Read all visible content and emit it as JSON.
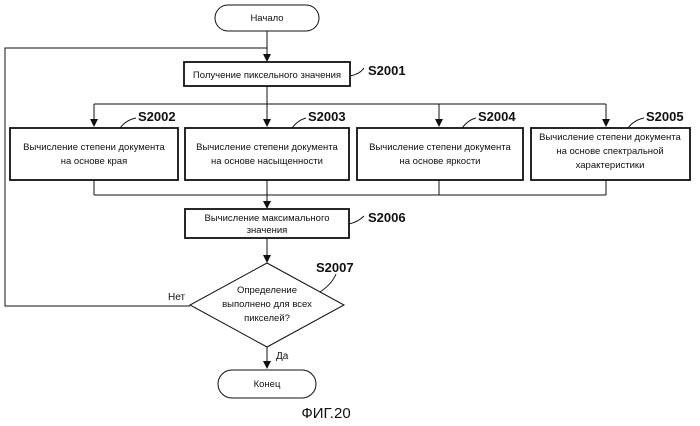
{
  "diagram": {
    "start": "Начало",
    "end": "Конец",
    "steps": {
      "s2001": {
        "id": "S2001",
        "text": [
          "Получение пиксельного значения"
        ]
      },
      "s2002": {
        "id": "S2002",
        "text": [
          "Вычисление степени документа",
          "на основе края"
        ]
      },
      "s2003": {
        "id": "S2003",
        "text": [
          "Вычисление степени документа",
          "на основе насыщенности"
        ]
      },
      "s2004": {
        "id": "S2004",
        "text": [
          "Вычисление степени документа",
          "на основе яркости"
        ]
      },
      "s2005": {
        "id": "S2005",
        "text": [
          "Вычисление степени документа",
          "на основе спектральной",
          "характеристики"
        ]
      },
      "s2006": {
        "id": "S2006",
        "text": [
          "Вычисление максимального",
          "значения"
        ]
      },
      "s2007": {
        "id": "S2007",
        "text": [
          "Определение",
          "выполнено для всех",
          "пикселей?"
        ]
      }
    },
    "edges": {
      "no": "Нет",
      "yes": "Да"
    },
    "figure_caption": "ФИГ.20"
  }
}
